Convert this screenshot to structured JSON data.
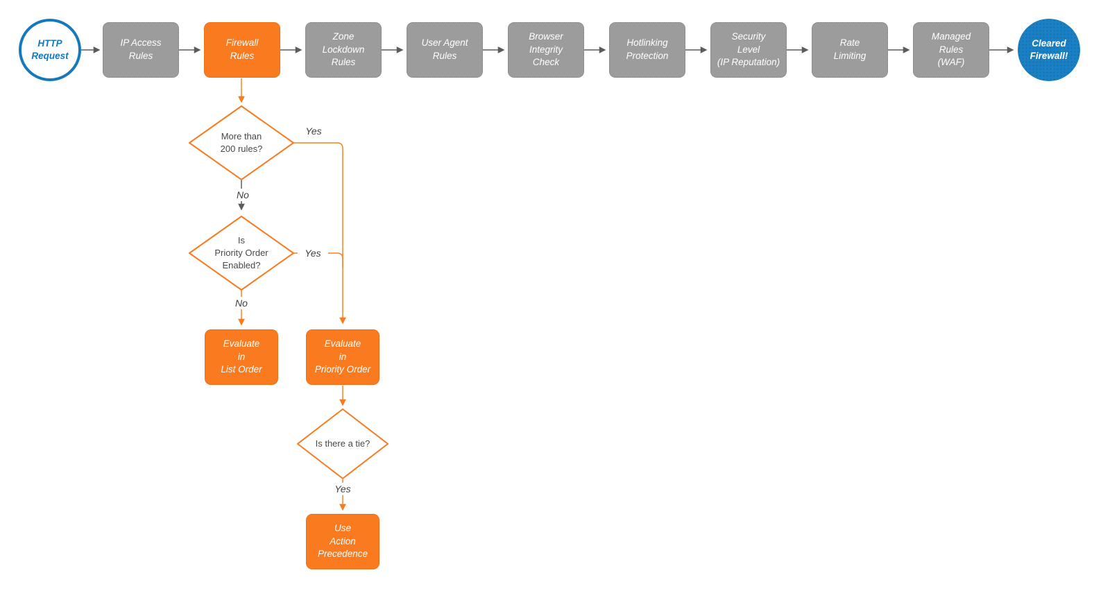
{
  "pipeline": {
    "start_label": "HTTP\nRequest",
    "steps": [
      {
        "id": "ip-access-rules",
        "label": "IP Access\nRules"
      },
      {
        "id": "firewall-rules",
        "label": "Firewall\nRules"
      },
      {
        "id": "zone-lockdown-rules",
        "label": "Zone\nLockdown\nRules"
      },
      {
        "id": "user-agent-rules",
        "label": "User Agent\nRules"
      },
      {
        "id": "browser-integrity-check",
        "label": "Browser\nIntegrity\nCheck"
      },
      {
        "id": "hotlinking-protection",
        "label": "Hotlinking\nProtection"
      },
      {
        "id": "security-level",
        "label": "Security\nLevel\n(IP Reputation)"
      },
      {
        "id": "rate-limiting",
        "label": "Rate\nLimiting"
      },
      {
        "id": "managed-rules-waf",
        "label": "Managed\nRules\n(WAF)"
      }
    ],
    "end_label": "Cleared\nFirewall!"
  },
  "firewall_branch": {
    "decision_more_than_200": "More than\n200 rules?",
    "decision_priority_enabled": "Is\nPriority Order\nEnabled?",
    "decision_tie": "Is there a tie?",
    "evaluate_list_order": "Evaluate\nin\nList Order",
    "evaluate_priority_order": "Evaluate\nin\nPriority Order",
    "use_action_precedence": "Use\nAction\nPrecedence",
    "labels": {
      "yes": "Yes",
      "no": "No"
    }
  },
  "colors": {
    "node_orange": "#F97A1F",
    "node_gray": "#9C9C9C",
    "node_blue": "#1B80C3",
    "connector_gray": "#5C5C5C",
    "connector_orange": "#F9821F",
    "diamond_text": "#484848"
  }
}
